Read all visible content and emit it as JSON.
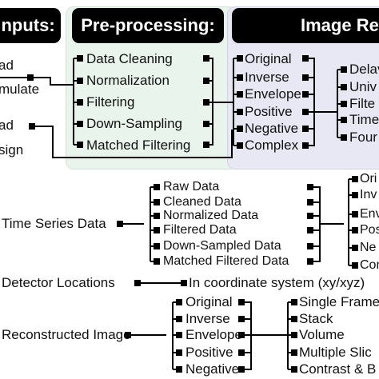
{
  "headers": {
    "inputs": "Inputs:",
    "preprocessing": "Pre-processing:",
    "reconstruction": "Image Rec"
  },
  "inputs": {
    "row1_line1": "ad",
    "row1_line2": "mulate",
    "row2_line1": "ad",
    "row2_line2": "sign"
  },
  "preprocessing_items": [
    "Data Cleaning",
    "Normalization",
    "Filtering",
    "Down-Sampling",
    "Matched Filtering"
  ],
  "image_types": [
    "Original",
    "Inverse",
    "Envelope",
    "Positive",
    "Negative",
    "Complex"
  ],
  "algorithms_partial": [
    "Delav",
    "Univ",
    "Filte",
    "Time",
    "Four"
  ],
  "time_series": {
    "label": "Time Series Data",
    "items": [
      "Raw Data",
      "Cleaned Data",
      "Normalized Data",
      "Filtered Data",
      "Down-Sampled Data",
      "Matched Filtered Data"
    ],
    "outputs_partial": [
      "Ori",
      "Inv",
      "Env",
      "Pos",
      "Ne",
      "Con"
    ]
  },
  "detector": {
    "label": "Detector Locations",
    "value": "In coordinate system (xy/xyz)"
  },
  "recon_image": {
    "label": "Reconstructed Image",
    "types": [
      "Original",
      "Inverse",
      "Envelope",
      "Positive",
      "Negative"
    ],
    "outputs": [
      "Single Frame",
      "Stack",
      "Volume",
      "Multiple Slic",
      "Contrast & B"
    ]
  }
}
